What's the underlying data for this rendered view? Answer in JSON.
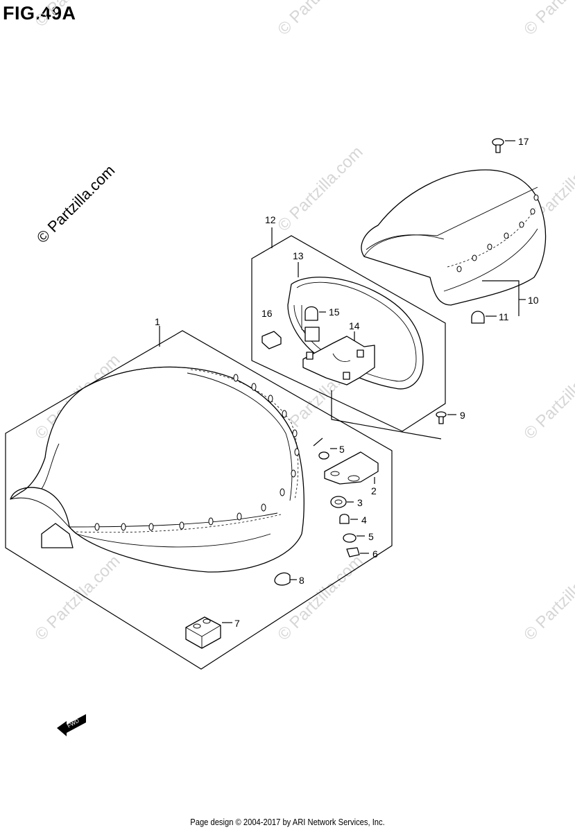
{
  "figure_title": "FIG.49A",
  "copyright_watermark": "© Partzilla.com",
  "repeated_watermark": "© Partzilla.com",
  "footer": "Page design © 2004-2017 by ARI Network Services, Inc.",
  "fwd_label": "FWD",
  "callouts": [
    "1",
    "2",
    "3",
    "4",
    "5",
    "5",
    "6",
    "7",
    "8",
    "9",
    "10",
    "11",
    "12",
    "13",
    "14",
    "15",
    "16",
    "17"
  ]
}
